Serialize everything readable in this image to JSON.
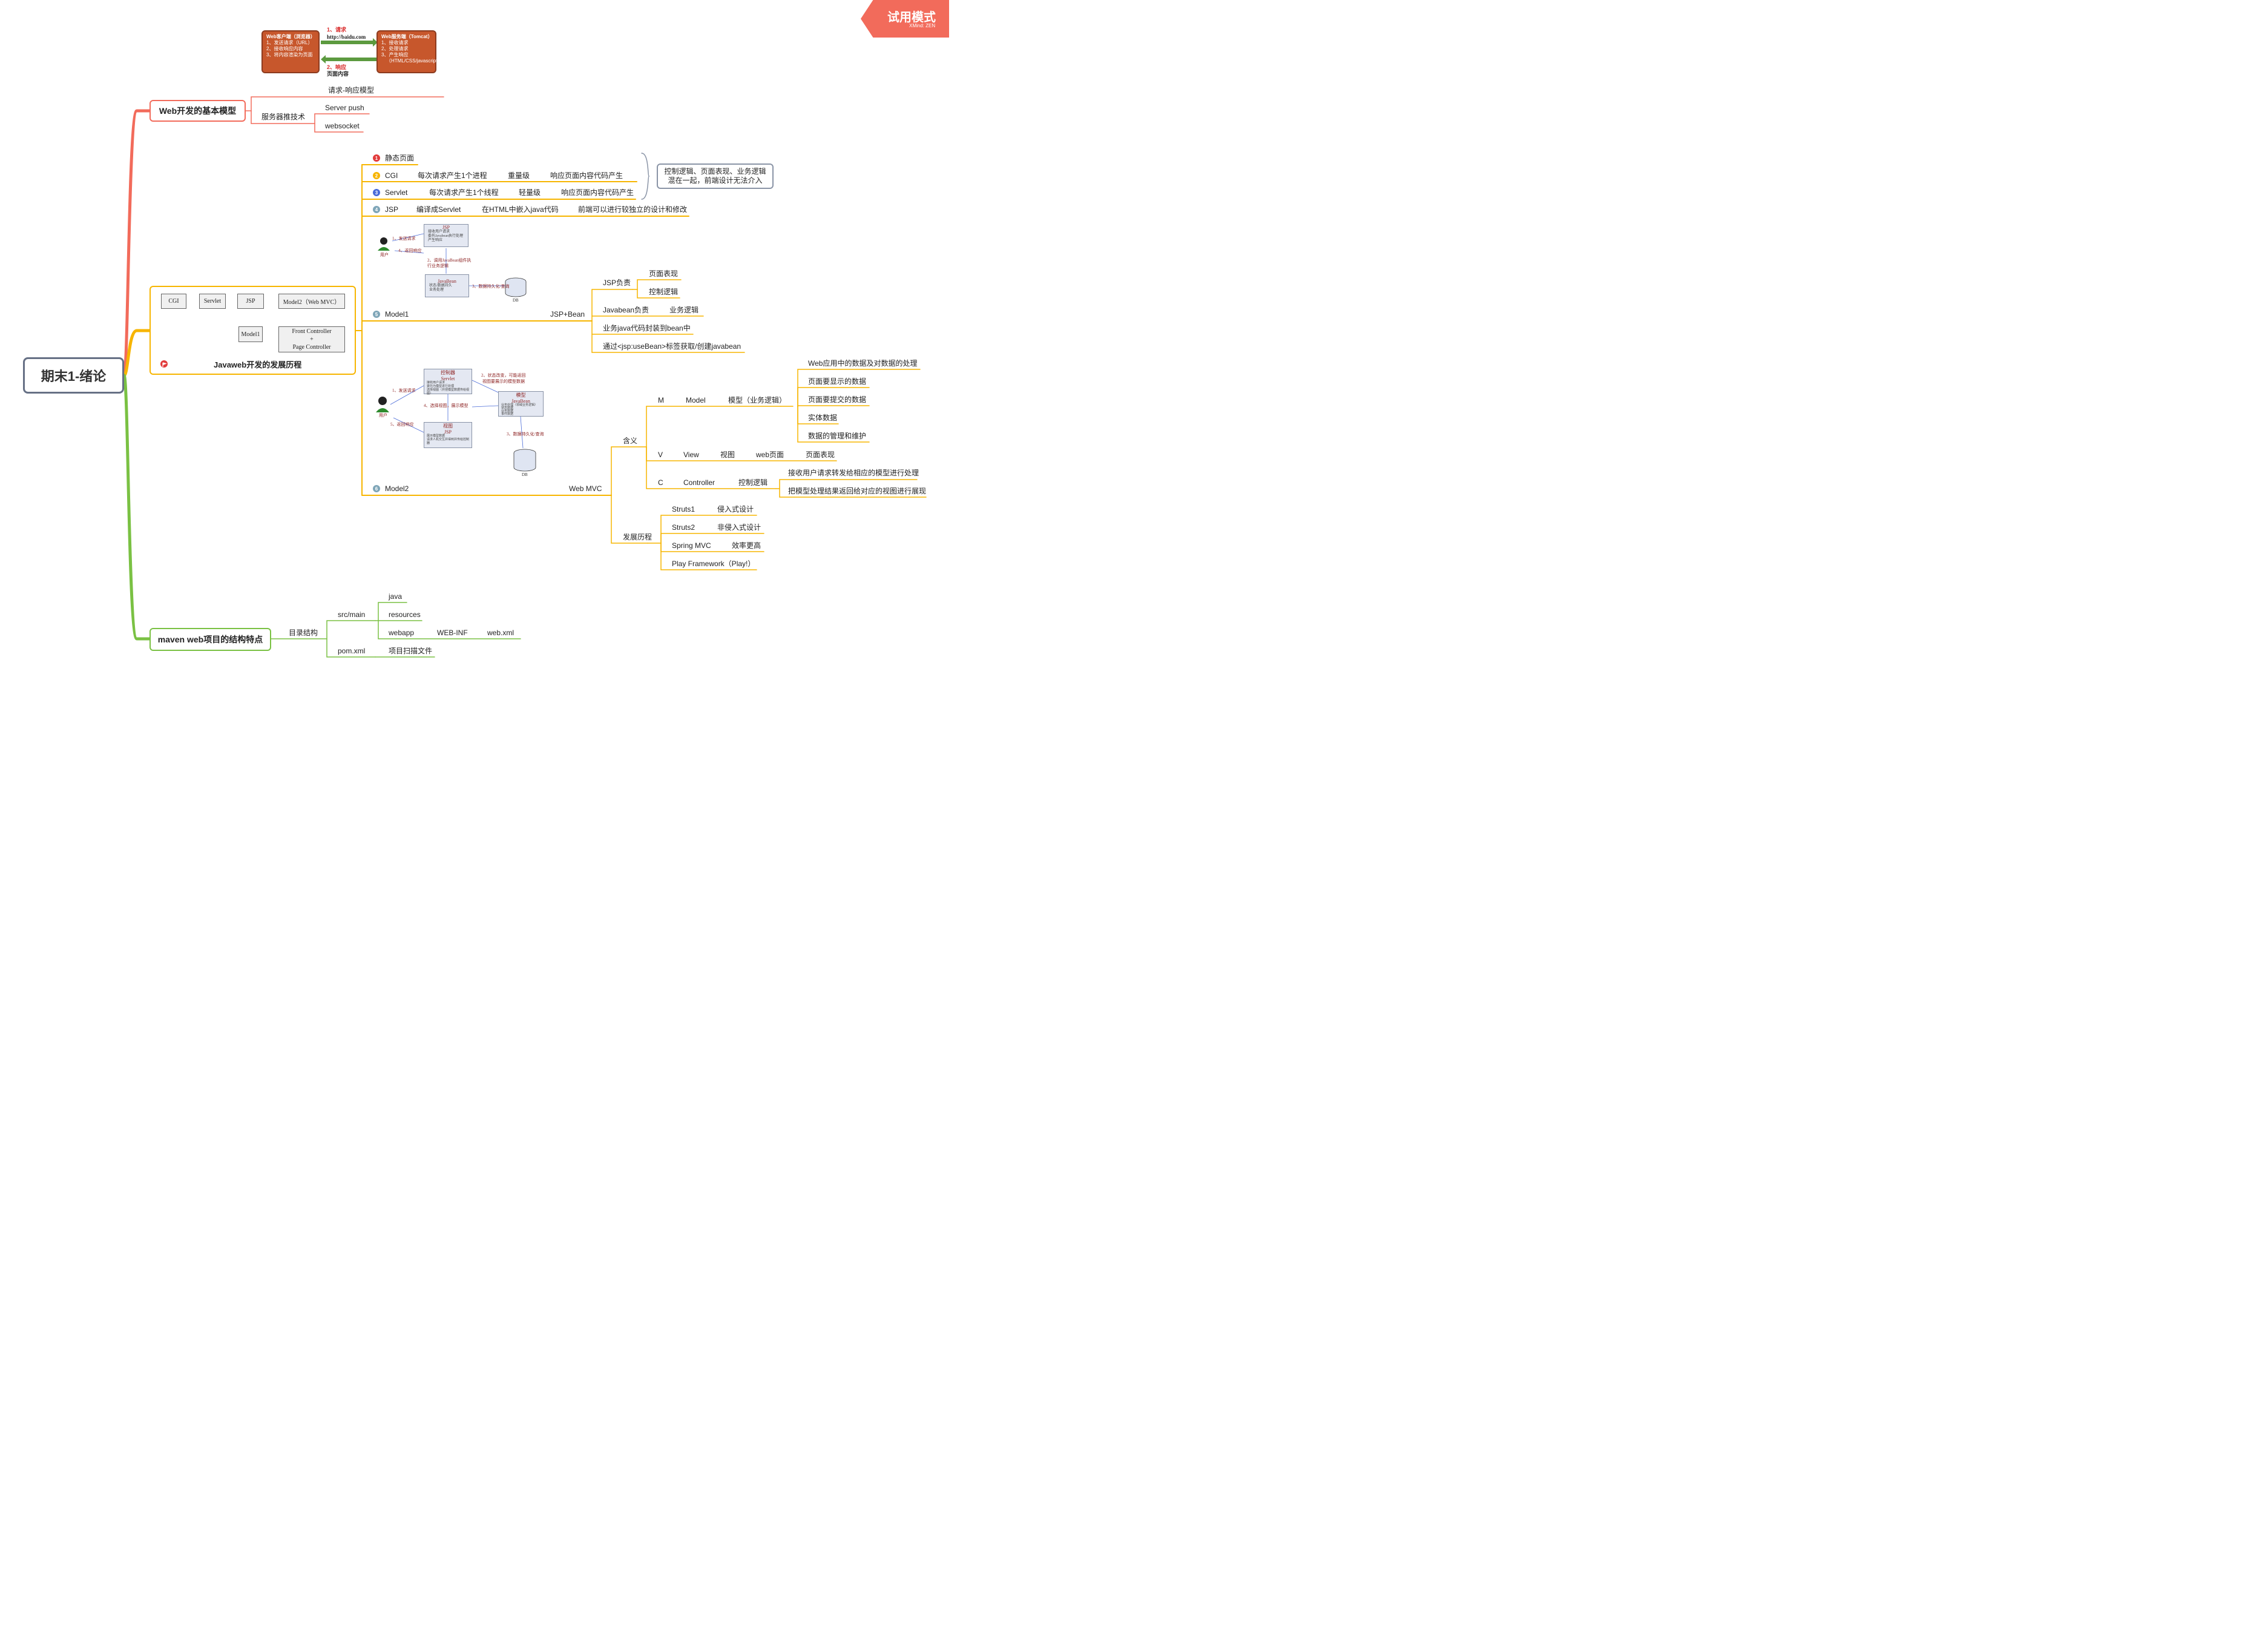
{
  "watermark": {
    "title": "试用模式",
    "sub": "XMind: ZEN"
  },
  "root": "期末1-绪论",
  "branch1": {
    "title": "Web开发的基本模型",
    "items": [
      "请求-响应模型",
      "服务器推技术"
    ],
    "push": [
      "Server push",
      "websocket"
    ],
    "diagram": {
      "client_title": "Web客户端（浏览器）",
      "client_lines": [
        "1、发送请求（URL）",
        "2、接收响应内容",
        "3、将内容渲染为页面"
      ],
      "server_title": "Web服务端（Tomcat）",
      "server_lines": [
        "1、接收请求",
        "2、处理请求",
        "3、产生响应",
        "（HTML/CSS/javascript）"
      ],
      "req_label": "1、请求",
      "req_url": "http://baidu.com",
      "resp_label": "2、响应",
      "resp_content": "页面内容"
    }
  },
  "branch2": {
    "title": "Javaweb开发的发展历程",
    "flow": [
      "CGI",
      "Servlet",
      "JSP",
      "Model2（Web MVC）",
      "Model1",
      "Front Controller",
      "+",
      "Page Controller"
    ],
    "stages": [
      {
        "num": "1",
        "color": "#e23c3c",
        "name": "静态页面",
        "details": []
      },
      {
        "num": "2",
        "color": "#f7b500",
        "name": "CGI",
        "details": [
          "每次请求产生1个进程",
          "重量级",
          "响应页面内容代码产生"
        ]
      },
      {
        "num": "3",
        "color": "#4a6bd8",
        "name": "Servlet",
        "details": [
          "每次请求产生1个线程",
          "轻量级",
          "响应页面内容代码产生"
        ]
      },
      {
        "num": "4",
        "color": "#7fa6b8",
        "name": "JSP",
        "details": [
          "编译成Servlet",
          "在HTML中嵌入java代码",
          "前端可以进行较独立的设计和修改"
        ]
      },
      {
        "num": "5",
        "color": "#7fa6b8",
        "name": "Model1",
        "details": []
      },
      {
        "num": "6",
        "color": "#7fa6b8",
        "name": "Model2",
        "details": []
      }
    ],
    "summary": [
      "控制逻辑、页面表现、业务逻辑",
      "混在一起，前端设计无法介入"
    ],
    "model1": {
      "label": "JSP+Bean",
      "jsp_resp": "JSP负责",
      "jsp_items": [
        "页面表现",
        "控制逻辑"
      ],
      "bean_resp": "Javabean负责",
      "bean_item": "业务逻辑",
      "notes": [
        "业务java代码封装到bean中",
        "通过<jsp:useBean>标签获取/创建javabean"
      ],
      "diagram": {
        "user": "用户",
        "jsp": "JSP",
        "jsp_lines": [
          "接收用户请求",
          "委托Javabean执行处理",
          "产生响应"
        ],
        "bean": "JavaBean",
        "bean_lines": [
          "状态/数据持久",
          "业务处理"
        ],
        "db": "DB",
        "s1": "1、发送请求",
        "s2": "2、调用JavaBean组件执",
        "s2b": "行业务逻辑",
        "s3": "3、数据持久化/查询",
        "s4": "4、返回响应"
      }
    },
    "model2": {
      "label": "Web MVC",
      "meaning": "含义",
      "m": {
        "letter": "M",
        "name": "Model",
        "desc": "模型（业务逻辑）",
        "items": [
          "Web应用中的数据及对数据的处理",
          "页面要显示的数据",
          "页面要提交的数据",
          "实体数据",
          "数据的管理和维护"
        ]
      },
      "v": {
        "letter": "V",
        "name": "View",
        "desc": "视图",
        "items": [
          "web页面",
          "页面表现"
        ]
      },
      "c": {
        "letter": "C",
        "name": "Controller",
        "desc": "控制逻辑",
        "items": [
          "接收用户请求转发给相应的模型进行处理",
          "把模型处理结果返回给对应的视图进行展现"
        ]
      },
      "history": "发展历程",
      "frameworks": [
        {
          "name": "Struts1",
          "note": "侵入式设计"
        },
        {
          "name": "Struts2",
          "note": "非侵入式设计"
        },
        {
          "name": "Spring MVC",
          "note": "效率更高"
        },
        {
          "name": "Play Framework（Play!）",
          "note": ""
        }
      ],
      "diagram": {
        "user": "用户",
        "ctrl": "控制器",
        "ctrl_sub": "Servlet",
        "ctrl_lines": [
          "接收用户请求",
          "委托为模型进行处理",
          "选择视图（并把模型数据传给视图）"
        ],
        "model": "模型",
        "model_sub": "JavaBean",
        "model_lines": [
          "业务处理（领域业务逻辑）",
          "状态数据",
          "业务数据",
          "事件数据"
        ],
        "view": "视图",
        "view_sub": "JSP",
        "view_lines": [
          "展示模型数据",
          "请求人机交互并得到并传给控制器"
        ],
        "db": "DB",
        "s1": "1、发送请求",
        "s2": "2、状态改变，可能返回",
        "s2b": "视图要展示的模型数据",
        "s3": "3、数据持久化/查询",
        "s4": "4、选择视图，展示模型",
        "s5": "5、返回响应"
      }
    }
  },
  "branch3": {
    "title": "maven web项目的结构特点",
    "dir": "目录结构",
    "src": "src/main",
    "src_items": [
      "java",
      "resources",
      "webapp"
    ],
    "webinf": "WEB-INF",
    "webxml": "web.xml",
    "pom": "pom.xml",
    "pom_note": "项目扫描文件"
  },
  "colors": {
    "red": "#f26b5b",
    "orange": "#f7b500",
    "green": "#7ac143",
    "root_border": "#667085"
  }
}
